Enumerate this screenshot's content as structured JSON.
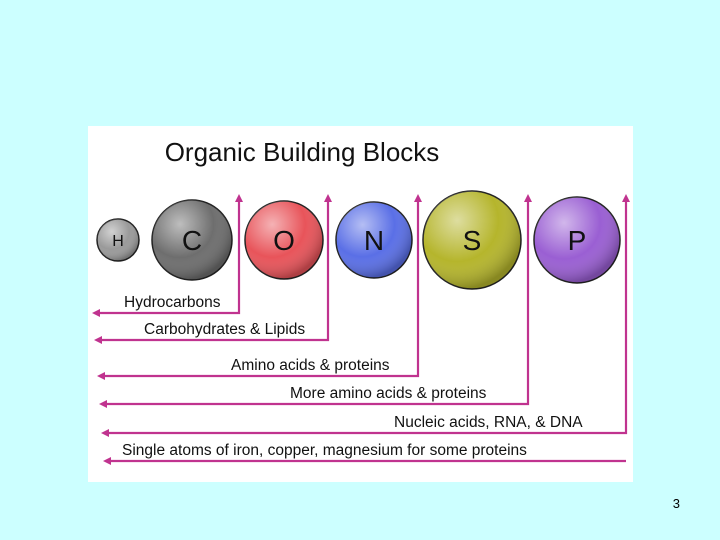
{
  "slide": {
    "title": "Organic Building Blocks",
    "page_number": "3"
  },
  "elements": [
    {
      "symbol": "H",
      "color": "#9a9a9a"
    },
    {
      "symbol": "C",
      "color": "#6e6e6e"
    },
    {
      "symbol": "O",
      "color": "#e8545a"
    },
    {
      "symbol": "N",
      "color": "#5a6fe6"
    },
    {
      "symbol": "S",
      "color": "#b5b52c"
    },
    {
      "symbol": "P",
      "color": "#9a5fd3"
    }
  ],
  "categories": [
    {
      "label": "Hydrocarbons",
      "element": "C"
    },
    {
      "label": "Carbohydrates & Lipids",
      "element": "O"
    },
    {
      "label": "Amino acids & proteins",
      "element": "N"
    },
    {
      "label": "More amino acids & proteins",
      "element": "S"
    },
    {
      "label": "Nucleic acids,  RNA, & DNA",
      "element": "P"
    },
    {
      "label": "Single atoms of iron, copper, magnesium for some proteins",
      "element": ""
    }
  ],
  "colors": {
    "background": "#ccffff",
    "panel": "#ffffff",
    "arrow": "#c0338f",
    "text": "#111111"
  }
}
